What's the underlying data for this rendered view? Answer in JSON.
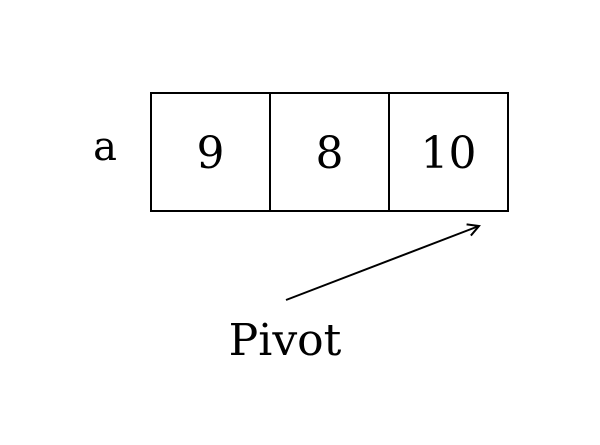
{
  "array": {
    "name": "a",
    "values": [
      "9",
      "8",
      "10"
    ]
  },
  "pointer": {
    "label": "Pivot",
    "target_index": 2
  },
  "colors": {
    "stroke": "#000000",
    "background": "#ffffff"
  }
}
